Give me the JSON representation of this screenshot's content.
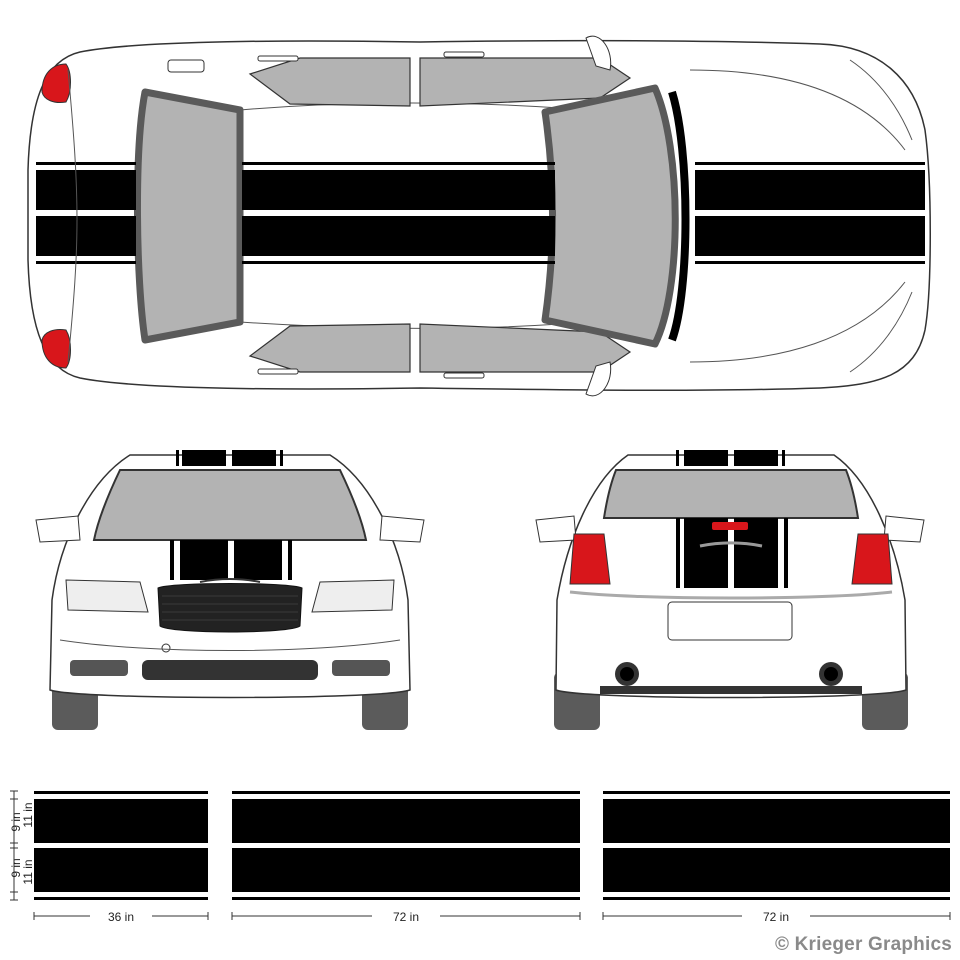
{
  "colors": {
    "stripe": "#000000",
    "body": "#ffffff",
    "outline": "#333333",
    "glass": "#b3b3b3",
    "glass_frame": "#5a5a5a",
    "tail_light": "#d8161b",
    "tire": "#5b5b5b",
    "watermark": "#8a8a8a"
  },
  "views": {
    "top": {
      "name": "top-view"
    },
    "front": {
      "name": "front-view"
    },
    "rear": {
      "name": "rear-view"
    }
  },
  "stripe_panels": [
    {
      "length_label": "36 in"
    },
    {
      "length_label": "72 in"
    },
    {
      "length_label": "72 in"
    }
  ],
  "stripe_dims": {
    "pin_width": "9 in",
    "stripe_width": "11 in"
  },
  "copyright": "© Krieger Graphics"
}
